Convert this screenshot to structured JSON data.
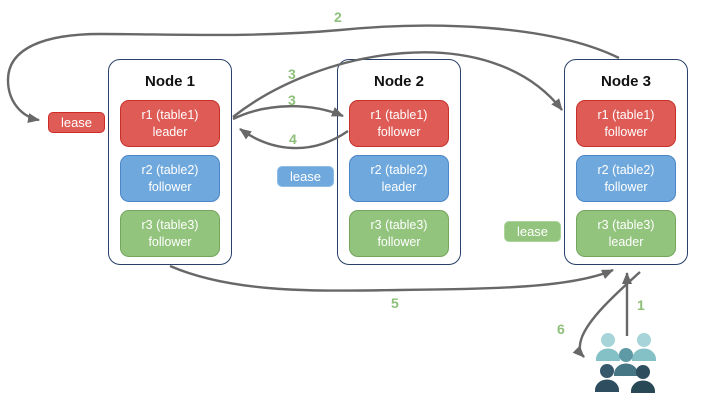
{
  "diagram": {
    "nodes": [
      {
        "title": "Node 1",
        "replicas": [
          {
            "label": "r1 (table1)",
            "role": "leader",
            "color": "red"
          },
          {
            "label": "r2 (table2)",
            "role": "follower",
            "color": "blue"
          },
          {
            "label": "r3 (table3)",
            "role": "follower",
            "color": "green"
          }
        ]
      },
      {
        "title": "Node 2",
        "replicas": [
          {
            "label": "r1 (table1)",
            "role": "follower",
            "color": "red"
          },
          {
            "label": "r2 (table2)",
            "role": "leader",
            "color": "blue"
          },
          {
            "label": "r3 (table3)",
            "role": "follower",
            "color": "green"
          }
        ]
      },
      {
        "title": "Node 3",
        "replicas": [
          {
            "label": "r1 (table1)",
            "role": "follower",
            "color": "red"
          },
          {
            "label": "r2 (table2)",
            "role": "follower",
            "color": "blue"
          },
          {
            "label": "r3 (table3)",
            "role": "leader",
            "color": "green"
          }
        ]
      }
    ],
    "leases": {
      "red": {
        "label": "lease",
        "fill": "#DF5B55"
      },
      "blue": {
        "label": "lease",
        "fill": "#6FA8DC"
      },
      "green": {
        "label": "lease",
        "fill": "#93C47D"
      }
    },
    "steps": {
      "one": "1",
      "two": "2",
      "three_a": "3",
      "three_b": "3",
      "four": "4",
      "five": "5",
      "six": "6"
    },
    "icons": {
      "users": "users-group-icon"
    },
    "colors": {
      "node_border": "#28406A",
      "replica_red": "#DF5B55",
      "replica_red_border": "#C7302A",
      "replica_blue": "#6FA8DC",
      "replica_blue_border": "#4A86C8",
      "replica_green": "#93C47D",
      "replica_green_border": "#74A55C",
      "arrow": "#686868",
      "step_label": "#8EC07A",
      "users_back": "#A6D4D8",
      "users_middle_head": "#5E9AA5",
      "users_middle_body": "#467583",
      "users_front": "#2E4E60"
    }
  }
}
